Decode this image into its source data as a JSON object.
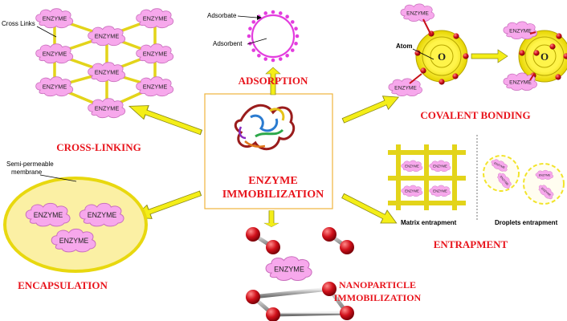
{
  "center": {
    "line1": "ENZYME",
    "line2": "IMMOBILIZATION"
  },
  "adsorption": {
    "title": "ADSORPTION",
    "adsorbate_label": "Adsorbate",
    "adsorbent_label": "Adsorbent"
  },
  "crosslinking": {
    "title": "CROSS-LINKING",
    "cross_links_label": "Cross Links"
  },
  "covalent": {
    "title": "COVALENT BONDING",
    "atom_label": "Atom",
    "atom_symbol": "O"
  },
  "encapsulation": {
    "title": "ENCAPSULATION",
    "membrane_label_1": "Semi-permeable",
    "membrane_label_2": "membrane"
  },
  "nanoparticle": {
    "title_1": "NANOPARTICLE",
    "title_2": "IMMOBILIZATION"
  },
  "entrapment": {
    "title": "ENTRAPMENT",
    "matrix_label": "Matrix entrapment",
    "droplets_label": "Droplets entrapment"
  },
  "enzyme_label": "ENZYME",
  "colors": {
    "title_red": "#e8141c",
    "arrow_yellow": "#f4ee18",
    "cloud_pink": "#f7a8ec",
    "membrane_fill": "#fbf0a4",
    "sphere_red": "#c7101a"
  }
}
